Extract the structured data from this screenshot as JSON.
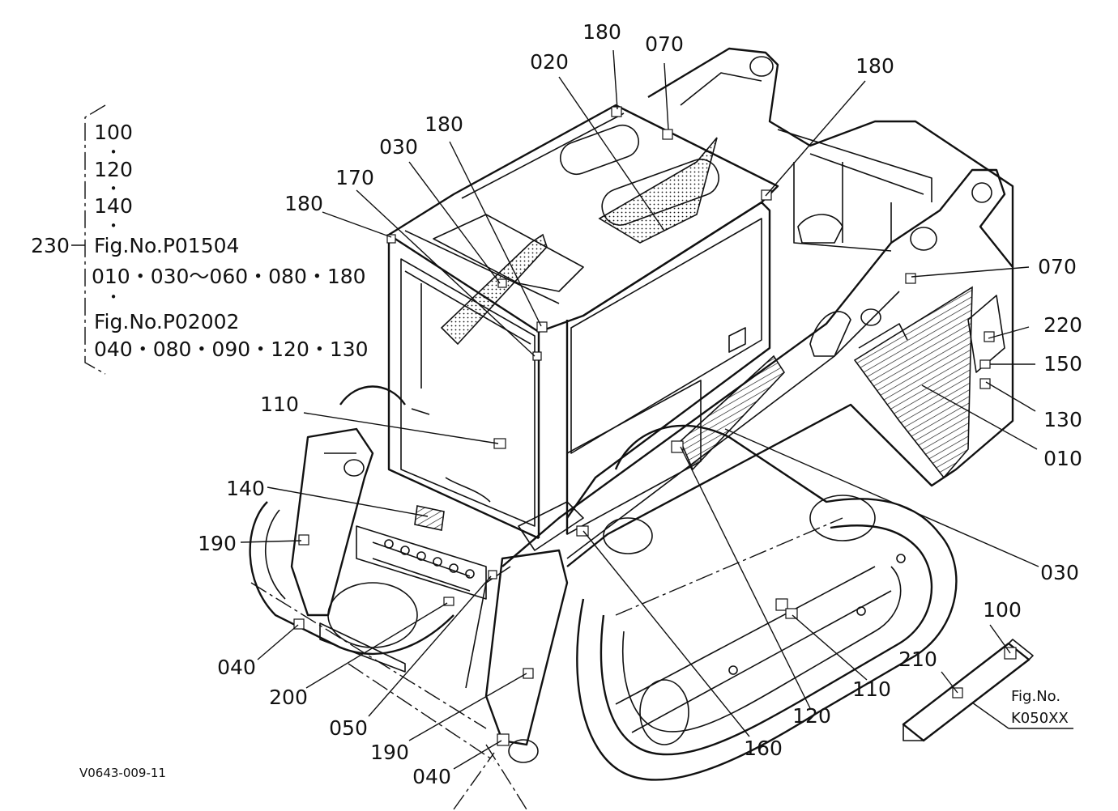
{
  "diagram_code": "V0643-009-11",
  "reference_bracket": {
    "assembly_number": "230",
    "lines": [
      "100",
      "•",
      "120",
      "•",
      "140",
      "•",
      "Fig.No.P01504",
      "010・030～060・080・180",
      "•",
      "Fig.No.P02002",
      "040・080・090・120・130"
    ]
  },
  "inset": {
    "fig_label": "Fig.No.",
    "fig_code": "K050XX"
  },
  "callouts": [
    {
      "id": "c180a",
      "number": "180"
    },
    {
      "id": "c070a",
      "number": "070"
    },
    {
      "id": "c020",
      "number": "020"
    },
    {
      "id": "c180b",
      "number": "180"
    },
    {
      "id": "c180c",
      "number": "180"
    },
    {
      "id": "c030a",
      "number": "030"
    },
    {
      "id": "c170",
      "number": "170"
    },
    {
      "id": "c180d",
      "number": "180"
    },
    {
      "id": "c070b",
      "number": "070"
    },
    {
      "id": "c220",
      "number": "220"
    },
    {
      "id": "c150",
      "number": "150"
    },
    {
      "id": "c130",
      "number": "130"
    },
    {
      "id": "c010",
      "number": "010"
    },
    {
      "id": "c110a",
      "number": "110"
    },
    {
      "id": "c140",
      "number": "140"
    },
    {
      "id": "c190a",
      "number": "190"
    },
    {
      "id": "c030b",
      "number": "030"
    },
    {
      "id": "c100",
      "number": "100"
    },
    {
      "id": "c210",
      "number": "210"
    },
    {
      "id": "c110b",
      "number": "110"
    },
    {
      "id": "c120",
      "number": "120"
    },
    {
      "id": "c160",
      "number": "160"
    },
    {
      "id": "c040a",
      "number": "040"
    },
    {
      "id": "c200",
      "number": "200"
    },
    {
      "id": "c050",
      "number": "050"
    },
    {
      "id": "c190b",
      "number": "190"
    },
    {
      "id": "c040b",
      "number": "040"
    }
  ]
}
